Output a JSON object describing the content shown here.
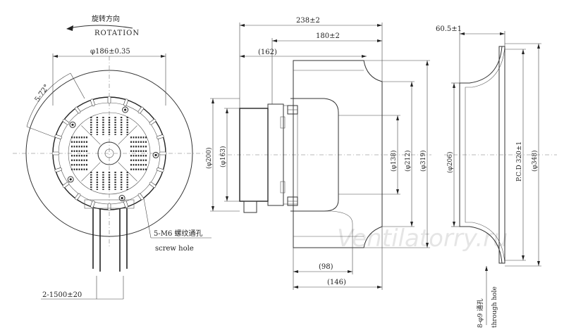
{
  "front_view": {
    "rotation_cn": "旋转方向",
    "rotation_en": "ROTATION",
    "dia_186": "φ186±0.35",
    "angle_5x72": "5-72°",
    "screw_cn": "5-M6 螺纹通孔",
    "screw_en": "screw hole",
    "cable": "2-1500±20"
  },
  "side_view": {
    "w238": "238±2",
    "w180": "180±2",
    "w162": "(162)",
    "w98": "(98)",
    "w146": "(146)",
    "d200": "(φ200)",
    "d163": "(φ163)",
    "d138": "(φ138)",
    "d212": "(φ212)",
    "d319": "(φ319)"
  },
  "inlet_view": {
    "w605": "60.5±1",
    "d206": "(φ206)",
    "pcd": "P.C.D 320±1",
    "d348": "(φ348)",
    "holes_cn": "8-φ9 通孔",
    "holes_en": "through hole"
  },
  "watermark": "Ventilatorry.ru"
}
